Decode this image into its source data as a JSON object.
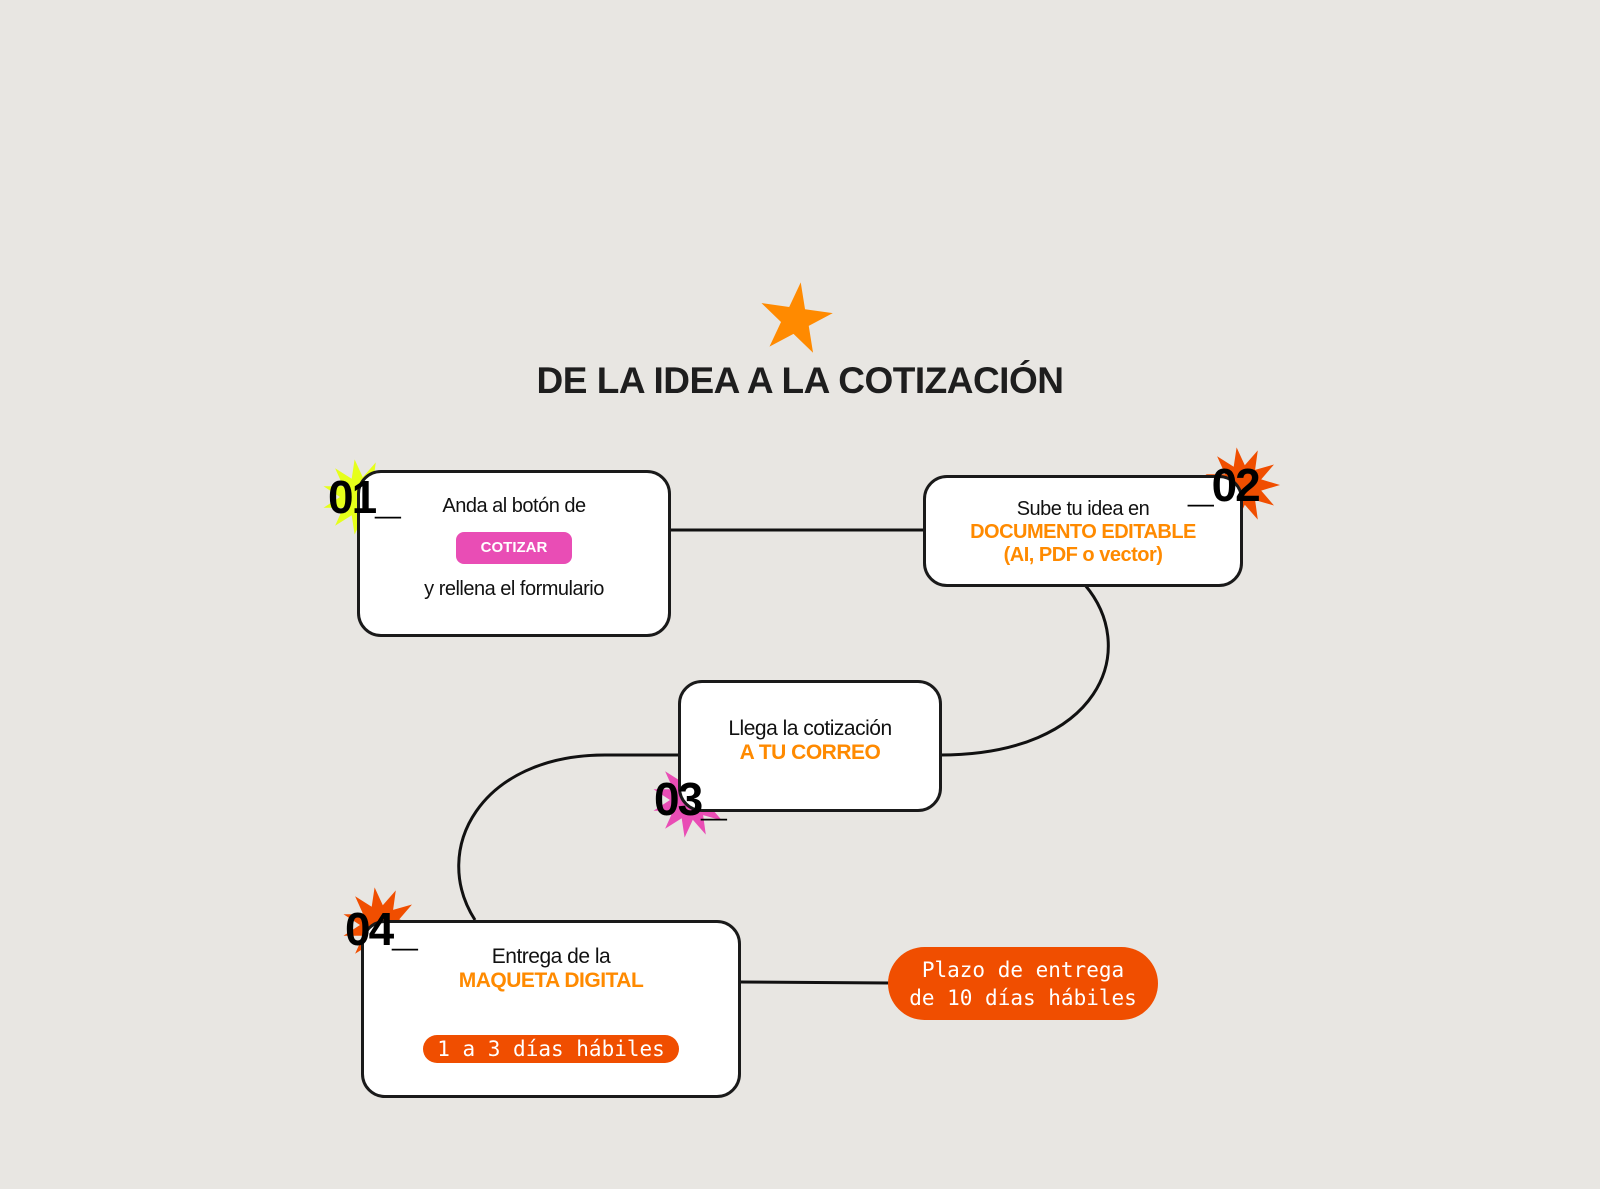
{
  "title": "DE LA IDEA A LA COTIZACIÓN",
  "colors": {
    "background": "#e8e6e2",
    "orange": "#ff8a00",
    "red_orange": "#f04e00",
    "pink": "#e94db5",
    "yellow": "#e6ff1a"
  },
  "steps": [
    {
      "number": "01_",
      "line1": "Anda al botón de",
      "button": "COTIZAR",
      "line2": "y rellena el formulario"
    },
    {
      "number": "_02",
      "line1": "Sube tu idea en",
      "highlight1": "DOCUMENTO EDITABLE",
      "highlight2": "(AI, PDF o vector)"
    },
    {
      "number": "03_",
      "line1": "Llega la cotización",
      "highlight1": "A TU CORREO"
    },
    {
      "number": "04_",
      "line1": "Entrega de la",
      "highlight1": "MAQUETA DIGITAL",
      "badge": "1 a 3 días hábiles"
    }
  ],
  "deadline": {
    "line1": "Plazo de entrega",
    "line2": "de 10 días hábiles"
  }
}
